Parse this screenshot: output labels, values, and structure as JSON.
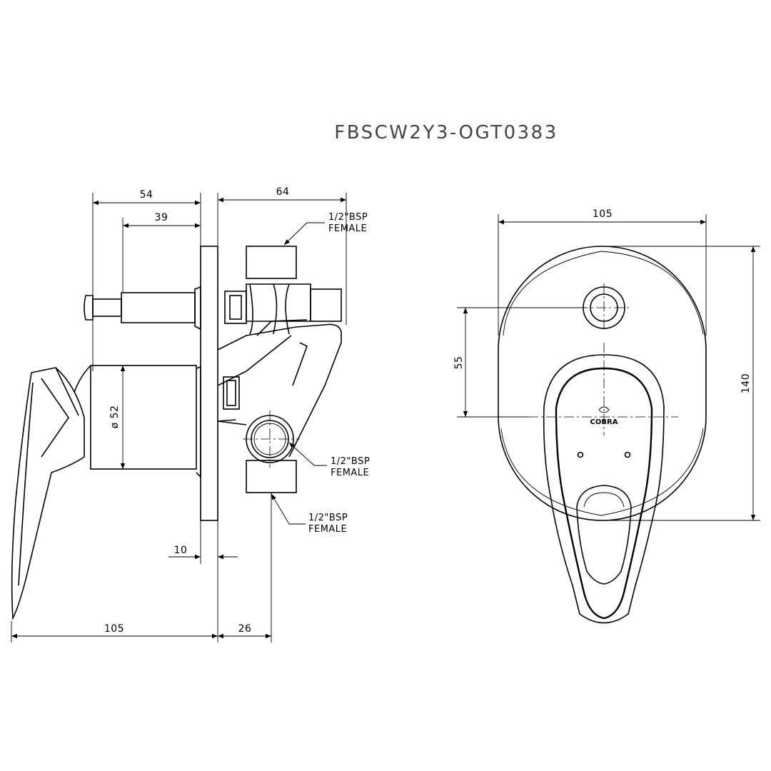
{
  "title": "FBSCW2Y3-OGT0383",
  "brand_logo_text": "COBRA",
  "side_view": {
    "dimensions": {
      "handle_depth": "54",
      "spindle_depth": "39",
      "body_depth": "64",
      "diameter": "ø 52",
      "plate_thickness": "10",
      "total_depth": "105",
      "outlet_offset": "26"
    },
    "connection_notes": [
      {
        "line1": "1/2\"BSP",
        "line2": "FEMALE"
      },
      {
        "line1": "1/2\"BSP",
        "line2": "FEMALE"
      },
      {
        "line1": "1/2\"BSP",
        "line2": "FEMALE"
      }
    ]
  },
  "front_view": {
    "dimensions": {
      "width": "105",
      "height": "140",
      "center_distance": "55"
    }
  },
  "colors": {
    "line": "#000000",
    "background": "#ffffff",
    "title": "#444444"
  }
}
